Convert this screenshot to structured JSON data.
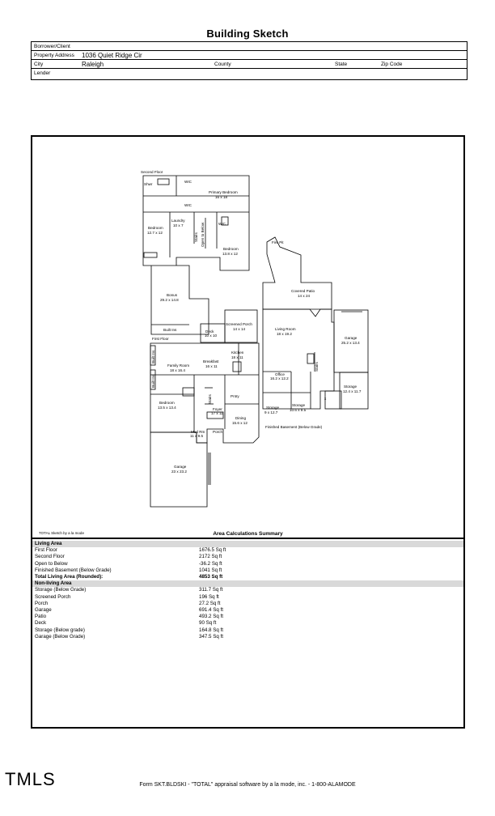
{
  "title": "Building Sketch",
  "header": {
    "borrower_label": "Borrower/Client",
    "borrower_value": "",
    "address_label": "Property Address",
    "address_value": "1036 Quiet Ridge Cir",
    "city_label": "City",
    "city_value": "Raleigh",
    "county_label": "County",
    "state_label": "State",
    "zip_label": "Zip Code",
    "lender_label": "Lender"
  },
  "sketch": {
    "second_floor_label": "Second Floor",
    "first_floor_label": "First Floor",
    "basement_label": "Finished Basement (Below Grade)",
    "rooms": {
      "shwr": "Shwr",
      "wic1": "WIC",
      "wic2": "WIC",
      "wic3": "WIC",
      "primary_bedroom": "Primary Bedroom",
      "primary_bedroom_dim": "16 x 18",
      "laundry": "Laundry",
      "laundry_dim": "10 x 7",
      "bedroom_a": "Bedroom",
      "bedroom_a_dim": "12.7 x 12",
      "stairs_up": "Stairs",
      "open_below": "Open to Below",
      "bedroom_b": "Bedroom",
      "bedroom_b_dim": "13.8 x 12",
      "bonus": "Bonus",
      "bonus_dim": "29.2 x 14.8",
      "built_ins_top": "Built Ins",
      "deck": "Deck",
      "deck_dim": "10 x 10",
      "screened_porch": "Screened Porch",
      "screened_porch_dim": "14 x 14",
      "fire_pit": "Fire Pit",
      "covered_patio": "Covered Patio",
      "covered_patio_dim": "14 x 24",
      "built_ins_left1": "Built Ins",
      "built_ins_left2": "Built Ins",
      "family_room": "Family Room",
      "family_room_dim": "18 x 16.4",
      "breakfast": "Breakfast",
      "breakfast_dim": "16 x 11",
      "kitchen": "Kitchen",
      "kitchen_dim": "18 x 11",
      "bedroom_c": "Bedroom",
      "bedroom_c_dim": "13.5 x 13.4",
      "stairs_first": "Stairs",
      "pntry": "Pntry",
      "foyer": "Foyer",
      "foyer_dim": "17 x 11",
      "dining": "Dining",
      "dining_dim": "15.6 x 12",
      "mud_rm": "Mud Rm",
      "mud_rm_dim": "11 x 9.5",
      "porch": "Porch",
      "garage_main": "Garage",
      "garage_main_dim": "23 x 23.2",
      "living_room": "Living Room",
      "living_room_dim": "18 x 19.2",
      "office": "Office",
      "office_dim": "16.2 x 12.2",
      "stairs_base": "Stairs",
      "storage_a": "Storage",
      "storage_a_dim": "9 x 12.7",
      "storage_b": "Storage",
      "storage_b_dim": "10.6 x 9.5",
      "garage_base": "Garage",
      "garage_base_dim": "25.2 x 13.4",
      "storage_c": "Storage",
      "storage_c_dim": "12.4 x 11.7",
      "x_mark": "x"
    }
  },
  "credit": "TOTAL Sketch by a la mode",
  "area_summary_title": "Area Calculations Summary",
  "living_area": {
    "heading": "Living Area",
    "rows": [
      {
        "name": "First Floor",
        "value": "1676.5 Sq ft"
      },
      {
        "name": "Second Floor",
        "value": "2172 Sq ft"
      },
      {
        "name": "Open to Below",
        "value": "-36.2 Sq ft"
      },
      {
        "name": "Finished Basement (Below Grade)",
        "value": "1041 Sq ft"
      }
    ],
    "total_name": "Total Living Area (Rounded):",
    "total_value": "4853 Sq ft"
  },
  "non_living_area": {
    "heading": "Non-living Area",
    "rows": [
      {
        "name": "Storage (Below Grade)",
        "value": "311.7 Sq ft"
      },
      {
        "name": "Screened Porch",
        "value": "196 Sq ft"
      },
      {
        "name": "Porch",
        "value": "27.2 Sq ft"
      },
      {
        "name": "Garage",
        "value": "691.4 Sq ft"
      },
      {
        "name": "Patio",
        "value": "493.2 Sq ft"
      },
      {
        "name": "Deck",
        "value": "90 Sq ft"
      },
      {
        "name": "Storage (Below grade)",
        "value": "164.8 Sq ft"
      },
      {
        "name": "Garage (Below Grade)",
        "value": "347.5 Sq ft"
      }
    ]
  },
  "logo": "TMLS",
  "footer": "Form SKT.BLDSKI - \"TOTAL\" appraisal software by a la mode, inc. - 1-800-ALAMODE"
}
